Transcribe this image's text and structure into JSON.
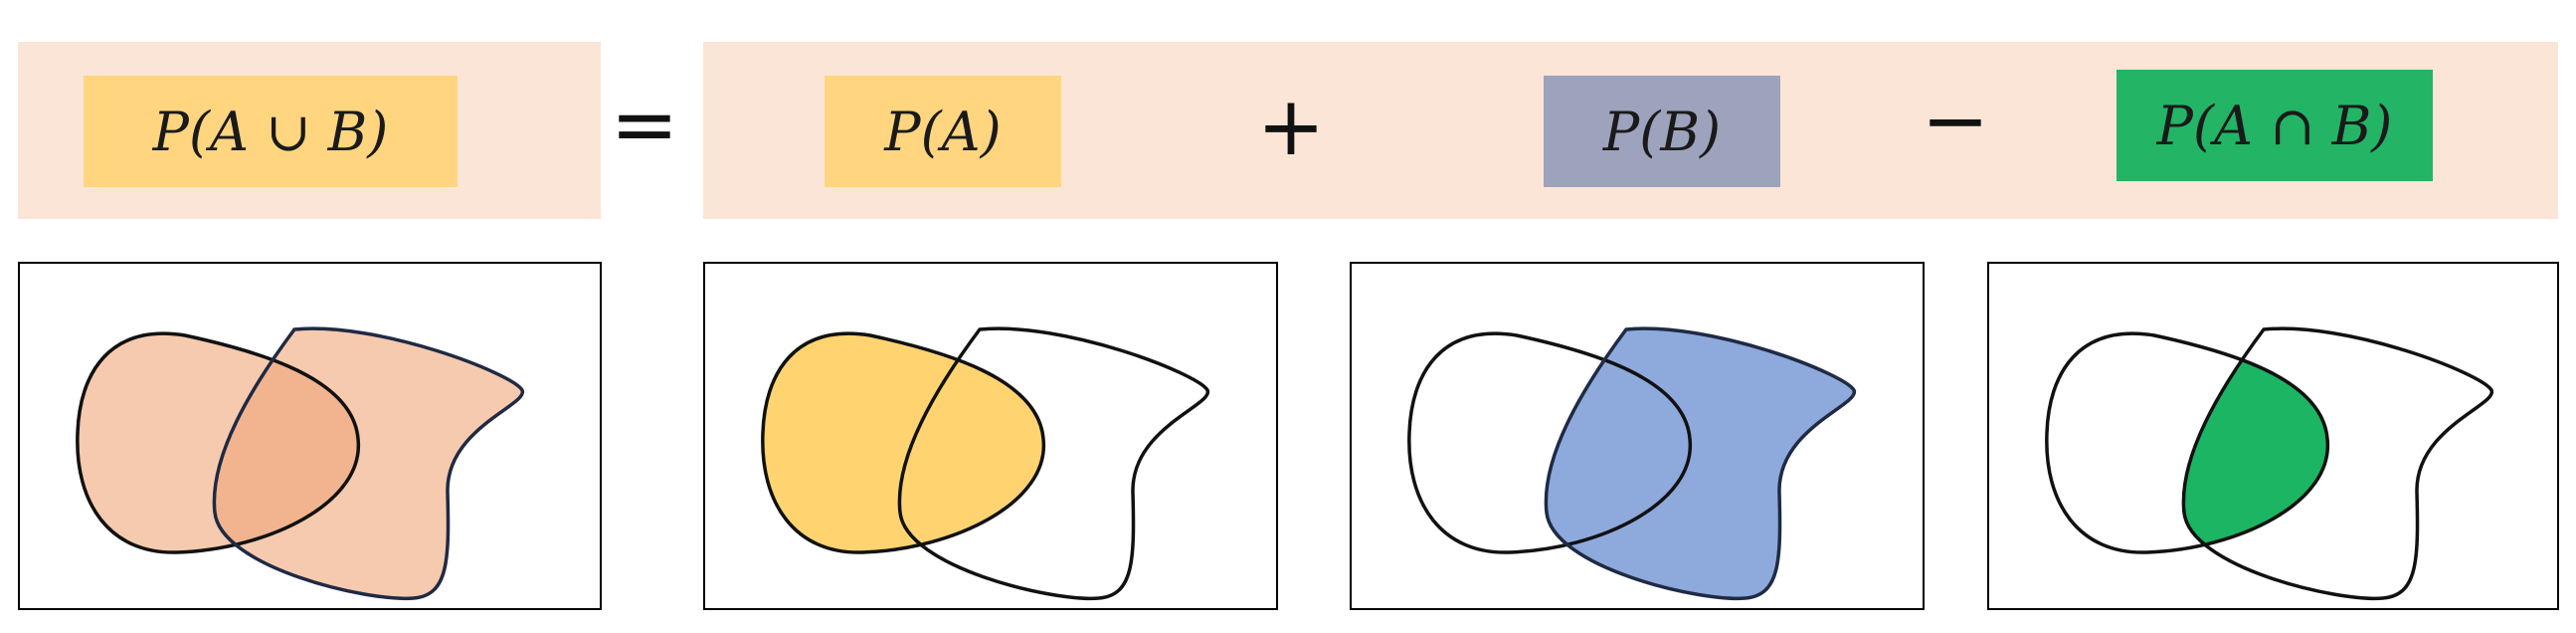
{
  "equation": {
    "lhs": "P(A ∪ B)",
    "equals": "=",
    "term_a": "P(A)",
    "plus": "+",
    "term_b": "P(B)",
    "minus": "−",
    "term_intersection": "P(A ∩ B)"
  },
  "colors": {
    "band": "#fbe5d6",
    "term_union_bg": "#ffd580",
    "term_a_bg": "#ffd580",
    "term_b_bg": "#9ea3bd",
    "term_intersection_bg": "#23b466",
    "union_fill": "#f6caae",
    "union_overlap_fill": "#f2b48f",
    "set_a_fill": "#ffd470",
    "set_b_fill": "#8ea9db",
    "intersection_fill": "#1bb564",
    "outline": "#111111",
    "outline_b": "#1f2a44"
  },
  "panels": [
    {
      "id": "union",
      "highlight": "A ∪ B"
    },
    {
      "id": "set-a",
      "highlight": "A"
    },
    {
      "id": "set-b",
      "highlight": "B"
    },
    {
      "id": "intersection",
      "highlight": "A ∩ B"
    }
  ]
}
